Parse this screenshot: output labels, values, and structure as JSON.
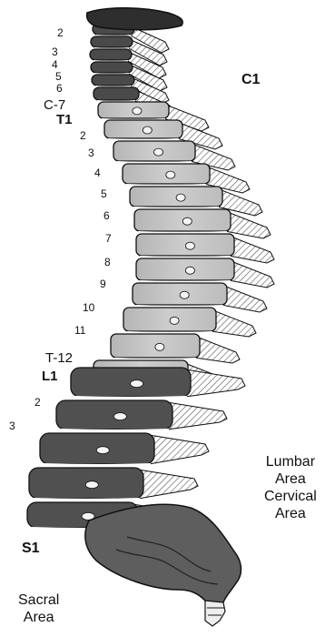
{
  "colors": {
    "cervical": "#4a4a4a",
    "thoracic": "#c3c3c3",
    "lumbar": "#505050",
    "sacral": "#5e5e5e",
    "outline": "#111111",
    "hatch": "#cfcfcf"
  },
  "labels": {
    "cervical_numbers": [
      "2",
      "3",
      "4",
      "5",
      "6"
    ],
    "c7": "C-7",
    "t1": "T1",
    "thoracic_numbers": [
      "2",
      "3",
      "4",
      "5",
      "6",
      "7",
      "8",
      "9",
      "10",
      "11"
    ],
    "t12": "T-12",
    "l1": "L1",
    "lumbar_numbers": [
      "2",
      "3"
    ],
    "c1": "C1",
    "s1": "S1",
    "lumbar_area": [
      "Lumbar",
      "Area"
    ],
    "cervical_area": [
      "Cervical",
      "Area"
    ],
    "sacral_area": [
      "Sacral",
      "Area"
    ]
  }
}
